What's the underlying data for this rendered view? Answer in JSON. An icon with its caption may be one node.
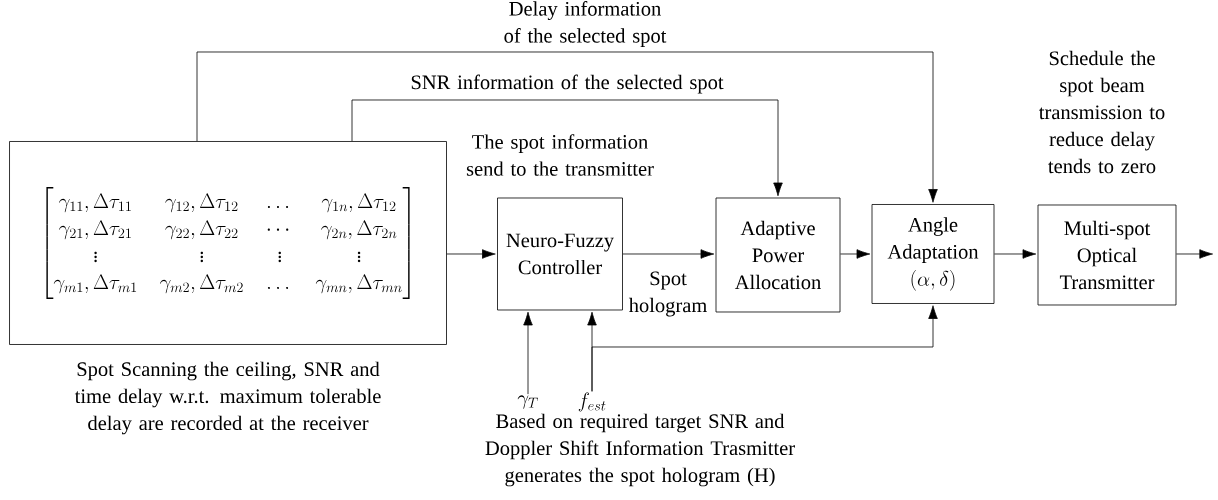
{
  "diagram": {
    "nodes": [
      {
        "text": [
          "\\begin{bmatrix} \\gamma_{11},\\Delta\\tau_{11} & \\gamma_{12},\\Delta\\tau_{12} & \\dots & \\gamma_{1n},\\Delta\\tau_{12} \\\\ \\gamma_{21},\\Delta\\tau_{21} & \\gamma_{22},\\Delta\\tau_{22} & \\cdots & \\gamma_{2n},\\Delta\\tau_{2n} \\\\ \\vdots & \\vdots & \\vdots & \\vdots \\\\ \\gamma_{m1},\\Delta\\tau_{m1} & \\gamma_{m2},\\Delta\\tau_{m2} & \\dots & \\gamma_{mn},\\Delta\\tau_{mn} \\end{bmatrix}"
        ],
        "beside": [
          "Spot Scanning the ceiling, SNR and time delay w.r.t. maximum tolerable delay are recorded at the receiver"
        ]
      },
      {
        "text": [
          "Neuro-Fuzzy Controller"
        ]
      },
      {
        "text": [
          "Adaptive Power Allocation"
        ]
      },
      {
        "text": [
          "Angle Adaptation",
          "(\\alpha,\\delta)"
        ]
      },
      {
        "text": [
          "Multi-spot Optical Transmitter"
        ],
        "beside": [
          "Schedule the spot beam transmission to reduce delay tends to zero"
        ]
      },
      {
        "text": [
          "\\gamma_T"
        ]
      },
      {
        "text": [
          "f_{est}"
        ]
      }
    ],
    "edges": [
      {
        "from": 0,
        "to": 1,
        "arrow": "to",
        "label": "The spot information send to the transmitter"
      },
      {
        "from": 1,
        "to": 2,
        "arrow": "to",
        "label": "Spot hologram"
      },
      {
        "from": 2,
        "to": 3,
        "arrow": "to"
      },
      {
        "from": 3,
        "to": 4,
        "arrow": "to"
      },
      {
        "from": 4,
        "to": null,
        "arrow": "to"
      },
      {
        "from": 0,
        "to": 2,
        "arrow": "to",
        "label": "SNR information of the selected spot"
      },
      {
        "from": 0,
        "to": 3,
        "arrow": "to",
        "label": "Delay information of the selected spot"
      },
      {
        "from": 5,
        "to": 1,
        "arrow": "to"
      },
      {
        "from": 6,
        "to": 1,
        "arrow": "to"
      },
      {
        "from": 6,
        "to": 3,
        "arrow": "to"
      }
    ],
    "labels": [
      "Based on required target SNR and Doppler Shift Information Trasmitter generates the spot hologram (H)"
    ]
  }
}
